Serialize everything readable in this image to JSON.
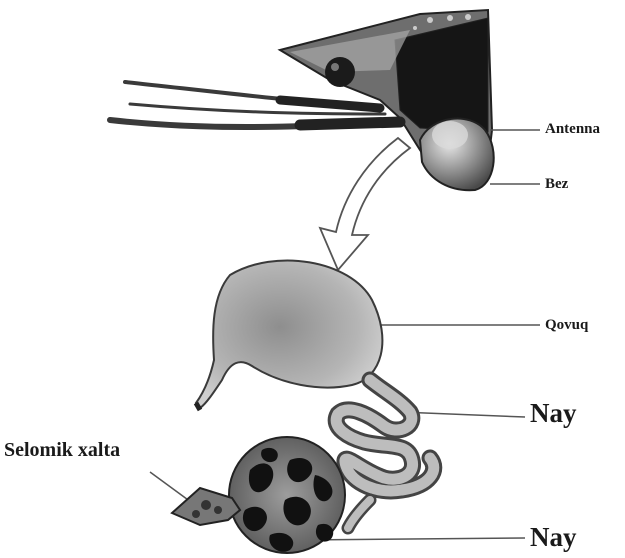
{
  "labels": {
    "antenna": "Antenna",
    "bez": "Bez",
    "qovuq": "Qovuq",
    "nay_upper": "Nay",
    "nay_lower": "Nay",
    "selomik": "Selomik xalta"
  },
  "colors": {
    "ink": "#1a1a1a",
    "organ_gray": "#9a9a9a",
    "dark_fill": "#2b2b2b",
    "background": "#ffffff"
  }
}
